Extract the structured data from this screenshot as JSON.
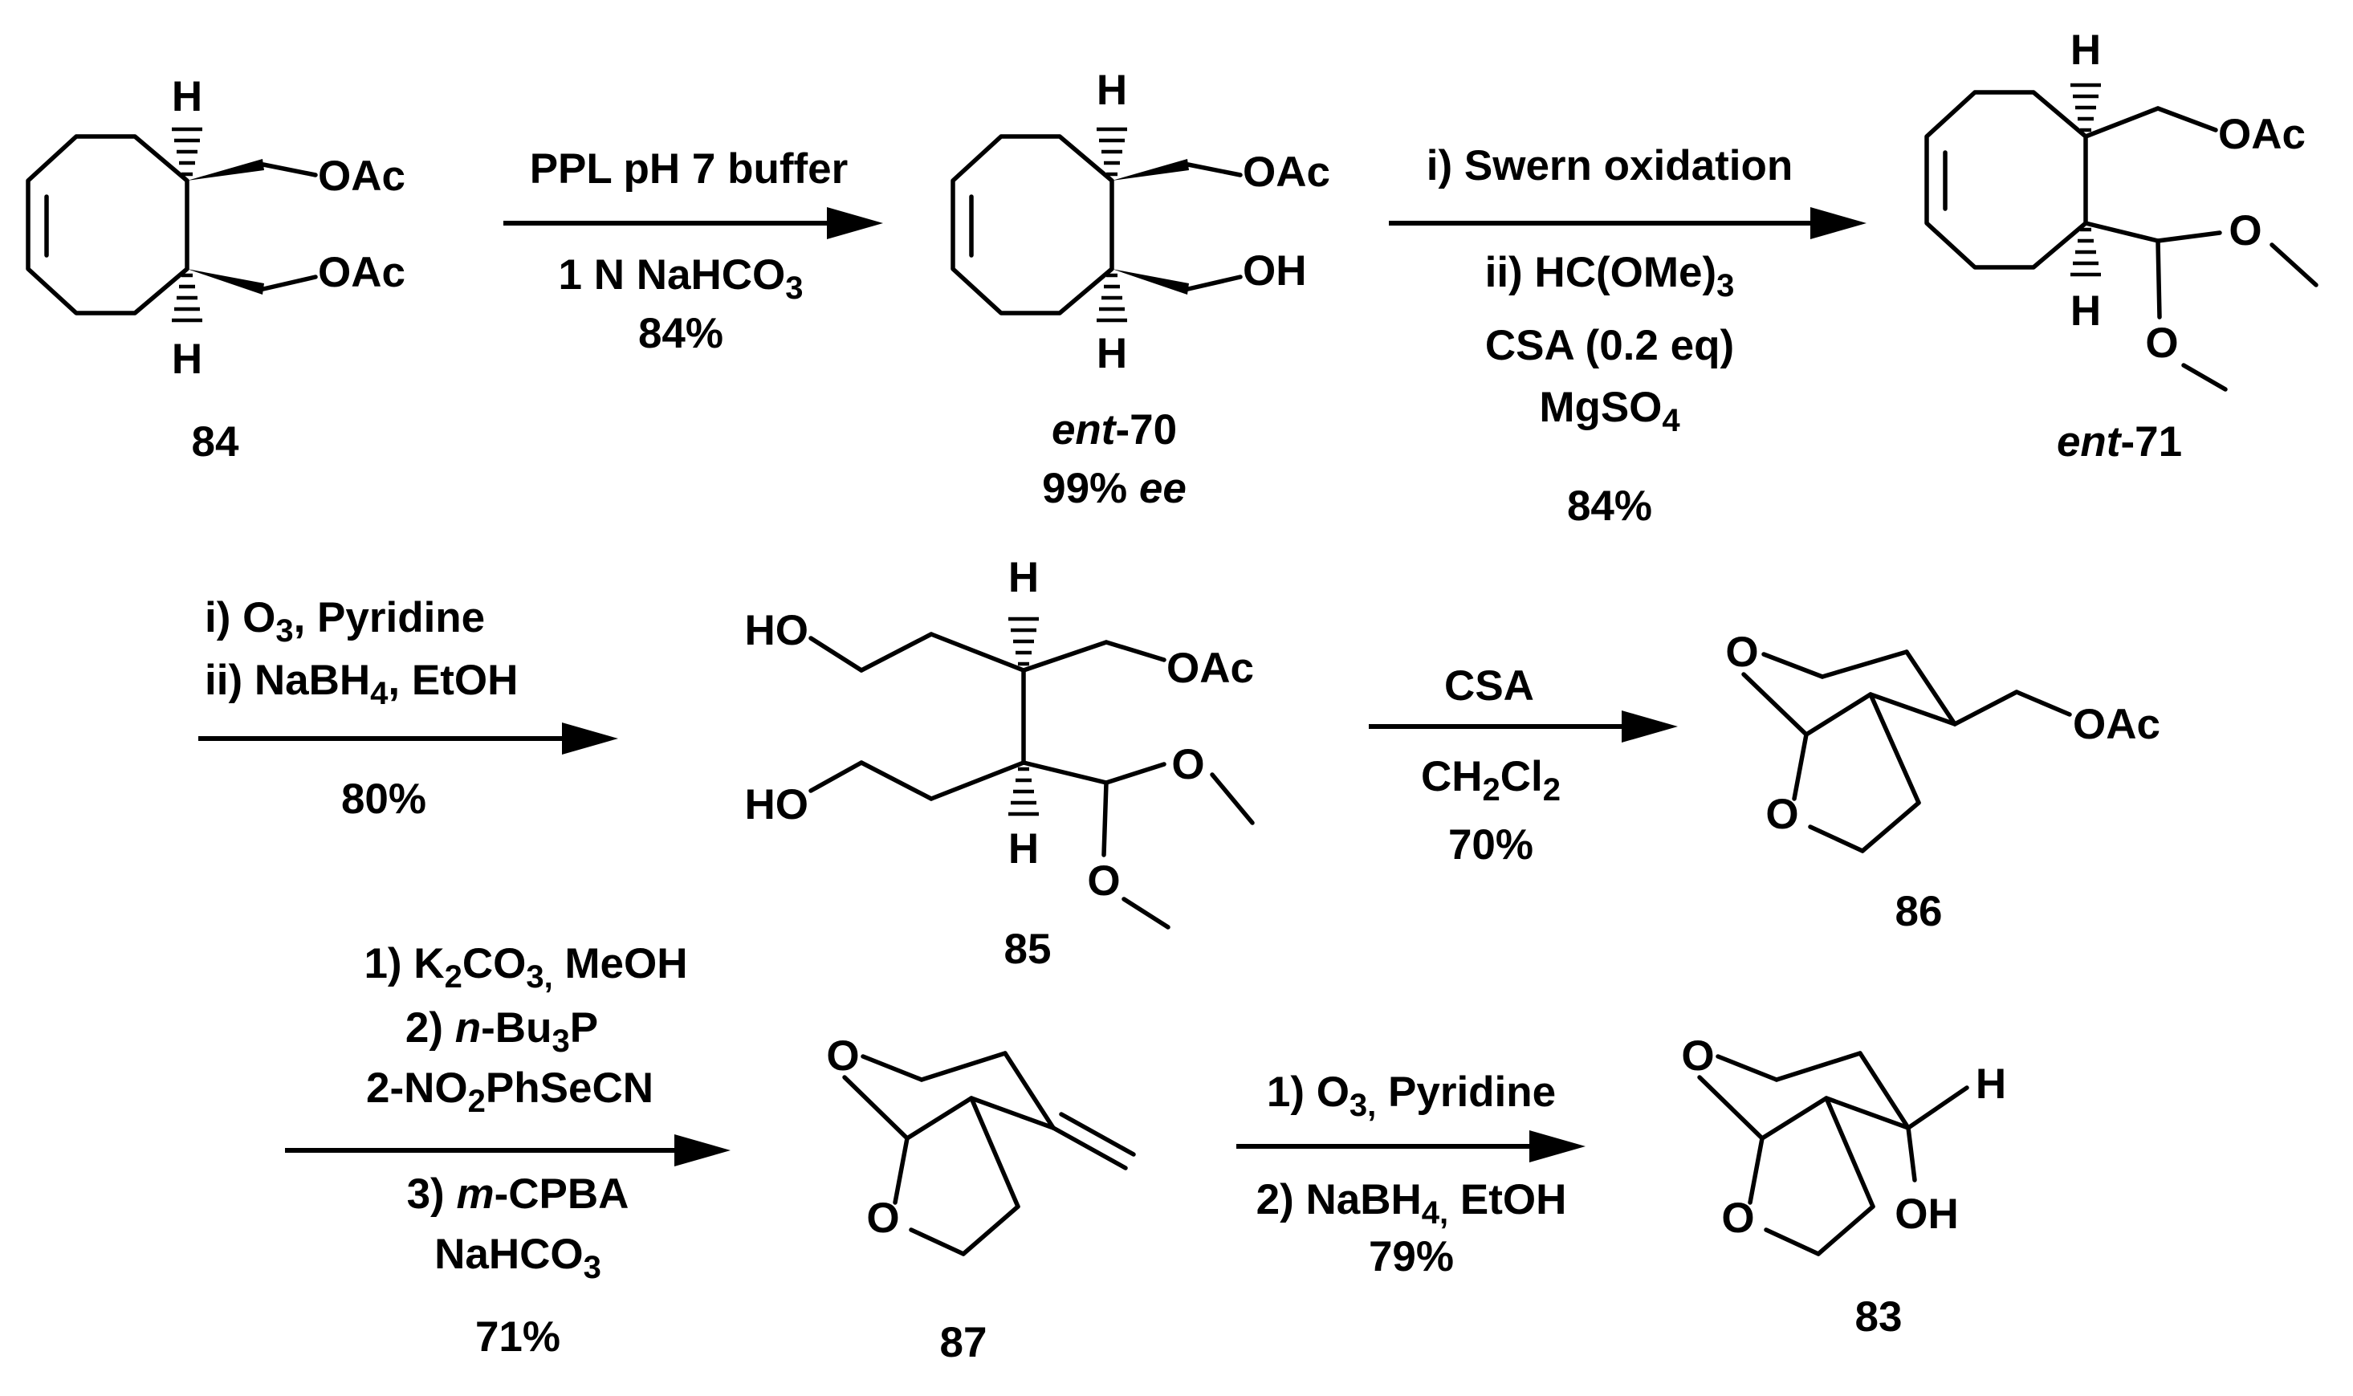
{
  "title": "",
  "compounds": {
    "c84": "84",
    "ent70": {
      "ital": "ent",
      "rest": "-70"
    },
    "ent70_ee": {
      "num": "99% ",
      "ital": "ee"
    },
    "ent71": {
      "ital": "ent",
      "rest": "-71"
    },
    "c85": "85",
    "c86": "86",
    "c87": "87",
    "c83": "83"
  },
  "atoms": {
    "oac": "OAc",
    "oh": "OH",
    "ho": "HO",
    "h": "H",
    "o": "O"
  },
  "reactions": {
    "r1": {
      "above": "PPL pH 7 buffer",
      "below1": "1 N NaHCO",
      "below1_sub": "3",
      "yield": "84%"
    },
    "r2": {
      "above": "i) Swern oxidation",
      "below1": "ii) HC(OMe)",
      "below1_sub": "3",
      "below2": "CSA (0.2 eq)",
      "below3": "MgSO",
      "below3_sub": "4",
      "yield": "84%"
    },
    "r3": {
      "above1_a": "i) O",
      "above1_sub": "3",
      "above1_b": ", Pyridine",
      "above2_a": "ii) NaBH",
      "above2_sub": "4",
      "above2_b": ", EtOH",
      "yield": "80%"
    },
    "r4": {
      "above": "CSA",
      "below1_a": "CH",
      "below1_sub1": "2",
      "below1_b": "Cl",
      "below1_sub2": "2",
      "yield": "70%"
    },
    "r5": {
      "s1_a": "1) K",
      "s1_sub1": "2",
      "s1_b": "CO",
      "s1_sub2": "3,",
      "s1_c": " MeOH",
      "s2_a": "2) ",
      "s2_ital": "n",
      "s2_b": "-Bu",
      "s2_sub": "3",
      "s2_c": "P",
      "s3_a": "2-NO",
      "s3_sub": "2",
      "s3_b": "PhSeCN",
      "s4_a": "3) ",
      "s4_ital": "m",
      "s4_b": "-CPBA",
      "s5_a": "NaHCO",
      "s5_sub": "3",
      "yield": "71%"
    },
    "r6": {
      "s1_a": "1) O",
      "s1_sub": "3,",
      "s1_b": " Pyridine",
      "s2_a": "2) NaBH",
      "s2_sub": "4,",
      "s2_b": " EtOH",
      "yield": "79%"
    }
  },
  "colors": {
    "ink": "#000000",
    "background": "#ffffff"
  }
}
